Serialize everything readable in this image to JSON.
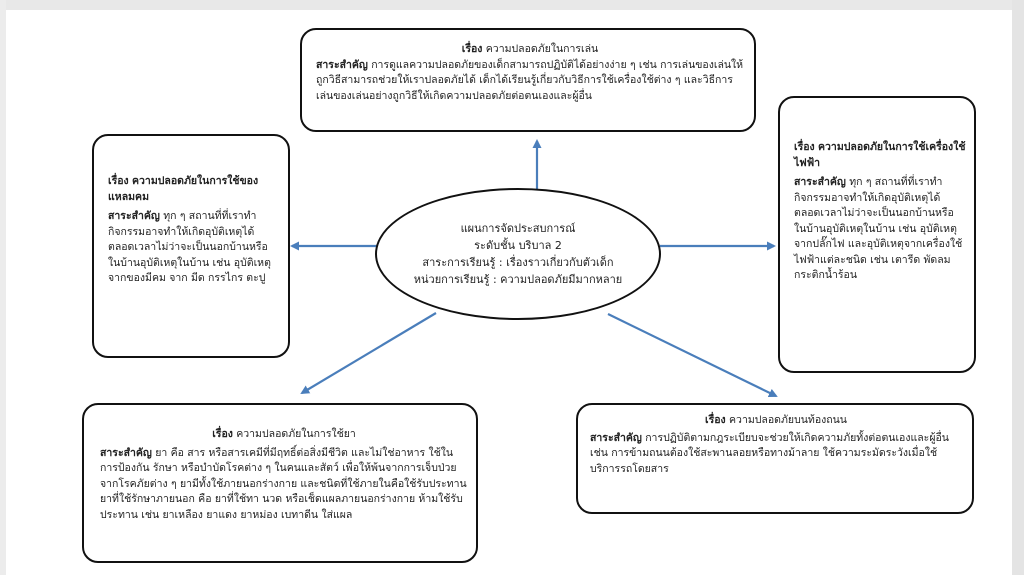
{
  "center": {
    "line1": "แผนการจัดประสบการณ์",
    "line2": "ระดับชั้น   บริบาล 2",
    "line3": "สาระการเรียนรู้ : เรื่องราวเกี่ยวกับตัวเด็ก",
    "line4": "หน่วยการเรียนรู้ : ความปลอดภัยมีมากหลาย"
  },
  "boxes": {
    "top": {
      "topic_label": "เรื่อง",
      "topic": "ความปลอดภัยในการเล่น",
      "essence_label": "สาระสำคัญ",
      "essence": "การดูแลความปลอดภัยของเด็กสามารถปฏิบัติได้อย่างง่าย ๆ เช่น การเล่นของเล่นให้ถูกวิธีสามารถช่วยให้เราปลอดภัยได้ เด็กได้เรียนรู้เกี่ยวกับวิธีการใช้เครื่องใช้ต่าง ๆ และวิธีการเล่นของเล่นอย่างถูกวิธีให้เกิดความปลอดภัยต่อตนเองและผู้อื่น"
    },
    "left": {
      "topic_label": "เรื่อง",
      "topic": "ความปลอดภัยในการใช้ของแหลมคม",
      "essence_label": "สาระสำคัญ",
      "essence": "ทุก ๆ สถานที่ที่เราทำกิจกรรมอาจทำให้เกิดอุบัติเหตุได้ตลอดเวลาไม่ว่าจะเป็นนอกบ้านหรือในบ้านอุบัติเหตุในบ้าน เช่น อุบัติเหตุจากของมีคม จาก มีด กรรไกร ตะปู"
    },
    "right": {
      "topic_label": "เรื่อง",
      "topic": "ความปลอดภัยในการใช้เครื่องใช้ไฟฟ้า",
      "essence_label": "สาระสำคัญ",
      "essence": "ทุก ๆ สถานที่ที่เราทำกิจกรรมอาจทำให้เกิดอุบัติเหตุได้ตลอดเวลาไม่ว่าจะเป็นนอกบ้านหรือในบ้านอุบัติเหตุในบ้าน เช่น อุบัติเหตุจากปลั๊กไฟ และอุบัติเหตุจากเครื่องใช้ไฟฟ้าแต่ละชนิด เช่น เตารีด พัดลม กระติกน้ำร้อน"
    },
    "bottom_left": {
      "topic_label": "เรื่อง",
      "topic": "ความปลอดภัยในการใช้ยา",
      "essence_label": "สาระสำคัญ",
      "essence": "ยา คือ สาร หรือสารเคมีที่มีฤทธิ์ต่อสิ่งมีชีวิต และไม่ใช่อาหาร ใช้ในการป้องกัน รักษา หรือบำบัดโรคต่าง ๆ ในคนและสัตว์ เพื่อให้พ้นจากการเจ็บป่วยจากโรคภัยต่าง ๆ ยามีทั้งใช้ภายนอกร่างกาย และชนิดที่ใช้ภายในคือใช้รับประทาน ยาที่ใช้รักษาภายนอก คือ ยาที่ใช้ทา นวด หรือเช็ดแผลภายนอกร่างกาย ห้ามใช้รับประทาน เช่น ยาเหลือง ยาแดง ยาหม่อง เบทาดีน ใส่แผล"
    },
    "bottom_right": {
      "topic_label": "เรื่อง",
      "topic": "ความปลอดภัยบนท้องถนน",
      "essence_label": "สาระสำคัญ",
      "essence": "การปฏิบัติตามกฎระเบียบจะช่วยให้เกิดความภัยทั้งต่อตนเองและผู้อื่น เช่น การข้ามถนนต้องใช้สะพานลอยหรือทางม้าลาย ใช้ความระมัดระวังเมื่อใช้บริการรถโดยสาร"
    }
  },
  "colors": {
    "arrow": "#4a7ebb",
    "border": "#111111"
  }
}
